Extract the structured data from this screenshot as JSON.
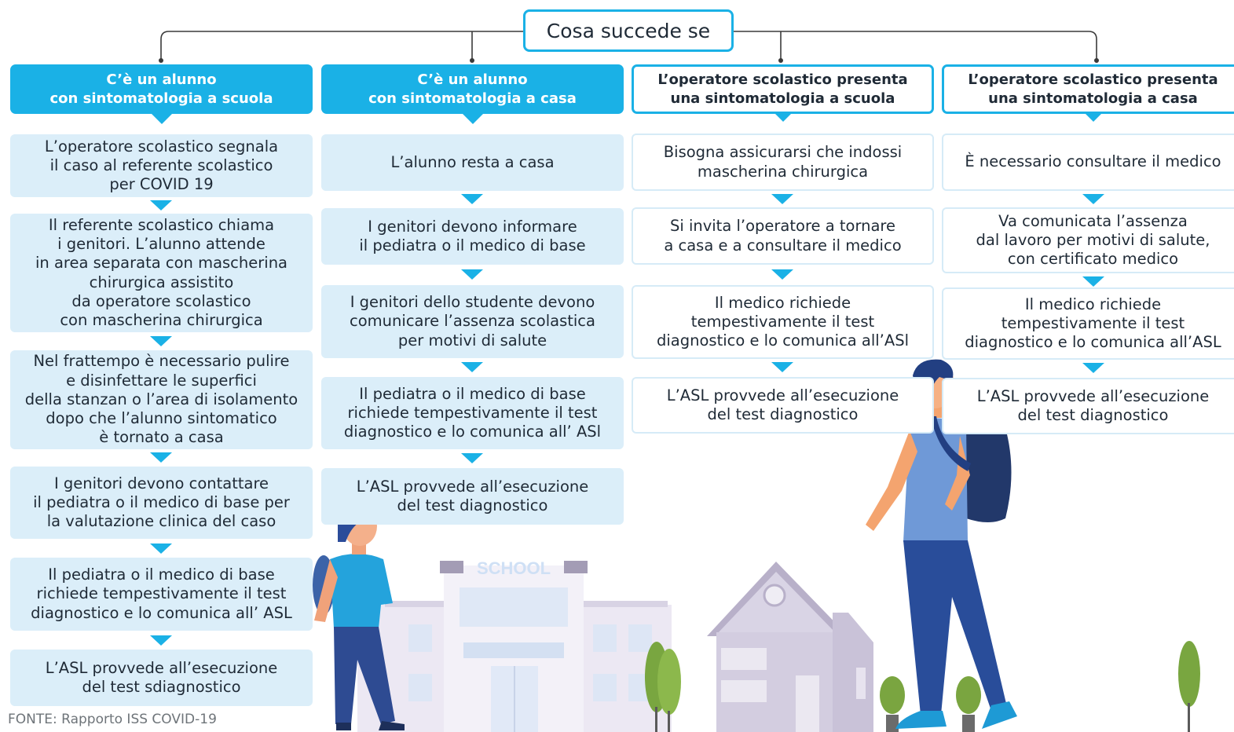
{
  "root_label": "Cosa succede se",
  "columns": [
    {
      "header": "C’è un alunno\ncon sintomatologia a scuola",
      "steps": [
        "L’operatore scolastico segnala\nil caso al referente scolastico\nper COVID 19",
        "Il referente scolastico chiama\ni genitori. L’alunno attende\nin area separata con mascherina\nchirurgica assistito\nda operatore scolastico\ncon mascherina chirurgica",
        "Nel frattempo è necessario pulire\ne disinfettare le superfici\ndella stanzan o l’area di isolamento\ndopo che l’alunno sintomatico\nè tornato a casa",
        "I genitori devono contattare\nil pediatra o il medico di base per\nla valutazione clinica del caso",
        "Il pediatra o il medico di base\nrichiede tempestivamente il test\ndiagnostico e lo comunica all’ ASL",
        "L’ASL provvede all’esecuzione\ndel test sdiagnostico"
      ]
    },
    {
      "header": "C’è un alunno\ncon sintomatologia a casa",
      "steps": [
        "L’alunno resta a casa",
        "I genitori devono informare\nil pediatra o il medico di base",
        "I genitori dello studente devono\ncomunicare l’assenza scolastica\nper motivi di salute",
        "Il pediatra o il medico di base\nrichiede tempestivamente il test\ndiagnostico e lo comunica all’ ASl",
        "L’ASL provvede all’esecuzione\ndel test diagnostico"
      ]
    },
    {
      "header": "L’operatore scolastico presenta\nuna sintomatologia a scuola",
      "steps": [
        "Bisogna assicurarsi che indossi\nmascherina chirurgica",
        "Si invita l’operatore a tornare\na casa e a consultare il medico",
        "Il medico richiede\ntempestivamente il test\ndiagnostico e lo comunica all’ASl",
        "L’ASL provvede all’esecuzione\ndel test diagnostico"
      ]
    },
    {
      "header": "L’operatore scolastico presenta\nuna sintomatologia a casa",
      "steps": [
        "È necessario consultare il medico",
        "Va comunicata l’assenza\ndal lavoro per motivi di salute,\ncon certificato medico",
        "Il medico richiede\ntempestivamente il test\ndiagnostico e lo comunica all’ASL",
        "L’ASL provvede all’esecuzione\ndel test diagnostico"
      ]
    }
  ],
  "school_sign": "SCHOOL",
  "source": "FONTE: Rapporto ISS COVID-19",
  "colors": {
    "accent": "#1ab1e6",
    "box_fill": "#dbeef9",
    "box_border": "#d6ebf7"
  },
  "illustration": [
    "school-building",
    "house",
    "student-child",
    "adult-with-backpack",
    "trees"
  ]
}
